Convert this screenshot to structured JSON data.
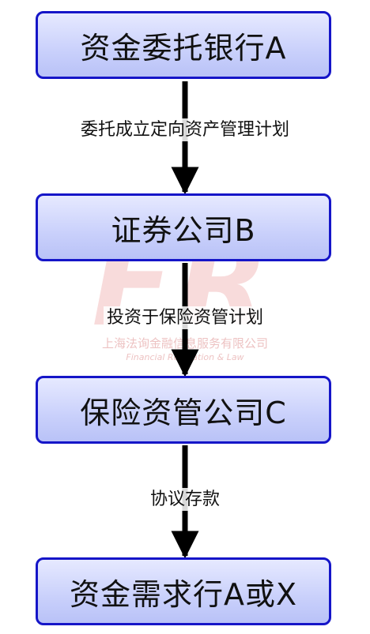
{
  "nodes": {
    "a": "资金委托银行A",
    "b": "证券公司B",
    "c": "保险资管公司C",
    "d": "资金需求行A或X"
  },
  "edges": {
    "ab": "委托成立定向资产管理计划",
    "bc": "投资于保险资管计划",
    "cd": "协议存款"
  },
  "watermark": {
    "logo": "FR",
    "company": "上海法询金融信息服务有限公司",
    "tagline": "Financial Regulation & Law"
  },
  "colors": {
    "box_border": "#1515c8",
    "box_fill": "#c9d0fb",
    "arrow": "#000000"
  }
}
